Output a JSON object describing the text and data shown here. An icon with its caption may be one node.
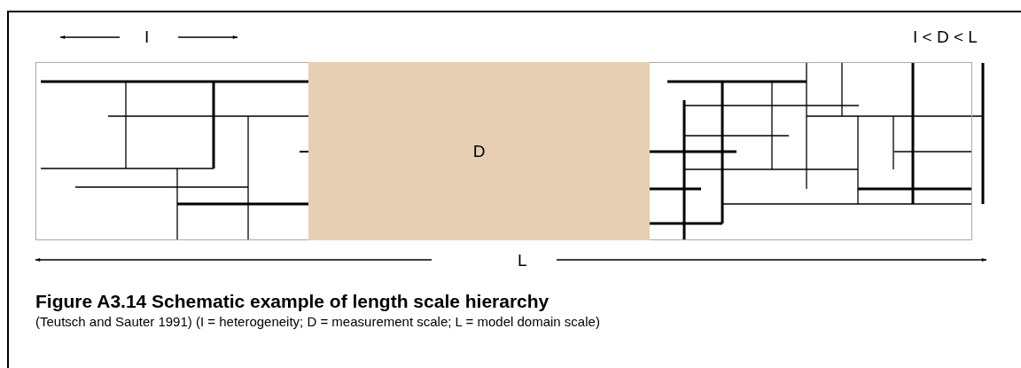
{
  "diagram": {
    "title": "Figure A3.14 Schematic example of length scale hierarchy",
    "caption": "(Teutsch and Sauter 1991) (I = heterogeneity; D = measurement scale; L = model domain scale)",
    "nodes": [
      {
        "text": [
          "D"
        ]
      }
    ],
    "labels": [
      "I",
      "I < D < L",
      "L"
    ]
  }
}
